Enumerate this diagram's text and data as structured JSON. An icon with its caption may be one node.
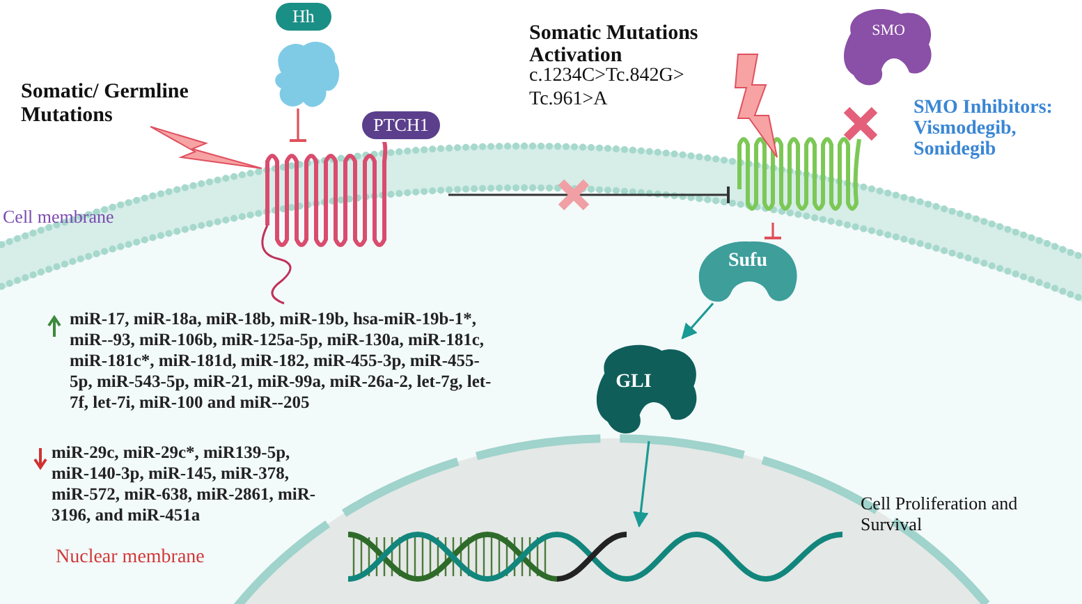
{
  "diagram": {
    "nodes": [
      {
        "text": [
          "Hh"
        ]
      },
      {
        "text": [
          "PTCH1"
        ]
      },
      {
        "text": [],
        "shape": "picture"
      },
      {
        "text": [
          "SMO"
        ]
      },
      {
        "text": [
          "Sufu"
        ]
      },
      {
        "text": [
          "GLI"
        ]
      },
      {
        "text": [],
        "shape": "picture",
        "beside": [
          "Cell Proliferation and Survival"
        ]
      }
    ],
    "edges": [
      {
        "from": 0,
        "to": 1,
        "arrow": "other",
        "color": "#e0505a"
      },
      {
        "from": 1,
        "to": 2,
        "arrow": "other",
        "color": "#333333"
      },
      {
        "from": 2,
        "to": 4,
        "arrow": "other",
        "color": "#e0505a"
      },
      {
        "from": 4,
        "to": 5,
        "arrow": "to",
        "color": "#1a9a94"
      },
      {
        "from": 5,
        "to": 6,
        "arrow": "to",
        "color": "#1a9a94"
      }
    ],
    "labels": [
      "Somatic/ Germline Mutations",
      "Somatic Mutations Activation",
      "c.1234C>Tc.842G> Tc.961>A",
      "SMO Inhibitors: Vismodegib, Sonidegib",
      "Cell membrane",
      "miR-17, miR-18a, miR-18b, miR-19b, hsa-miR-19b-1*, miR--93, miR-106b, miR-125a-5p, miR-130a, miR-181c, miR-181c*, miR-181d, miR-182, miR-455-3p, miR-455-5p, miR-543-5p, miR-21, miR-99a, miR-26a-2, let-7g, let-7f, let-7i, miR-100 and miR--205",
      "miR-29c, miR-29c*, miR139-5p, miR-140-3p, miR-145, miR-378, miR-572, miR-638, miR-2861, miR-3196, and miR-451a",
      "Nuclear membrane"
    ]
  }
}
